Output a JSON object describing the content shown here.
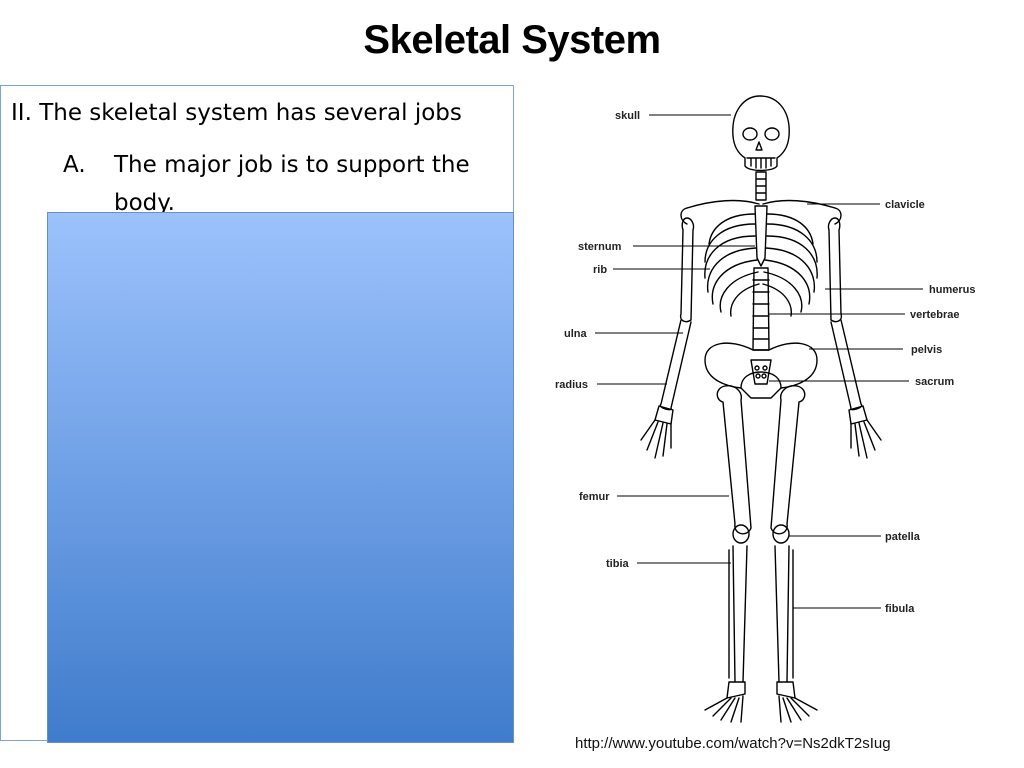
{
  "slide": {
    "title": "Skeletal System",
    "bullet_1": "II. The skeletal system has several jobs",
    "bullet_2_marker": "A.",
    "bullet_2_text": "The major job is to support the body.",
    "source_url": "http://www.youtube.com/watch?v=Ns2dkT2sIug"
  },
  "video_placeholder": {
    "icon": "video-embed",
    "colors": {
      "top": "#9cc2fb",
      "bottom": "#3f7ccb"
    }
  },
  "diagram": {
    "labels": {
      "skull": "skull",
      "clavicle": "clavicle",
      "sternum": "sternum",
      "rib": "rib",
      "humerus": "humerus",
      "vertebrae": "vertebrae",
      "ulna": "ulna",
      "pelvis": "pelvis",
      "radius": "radius",
      "sacrum": "sacrum",
      "femur": "femur",
      "patella": "patella",
      "tibia": "tibia",
      "fibula": "fibula"
    }
  }
}
